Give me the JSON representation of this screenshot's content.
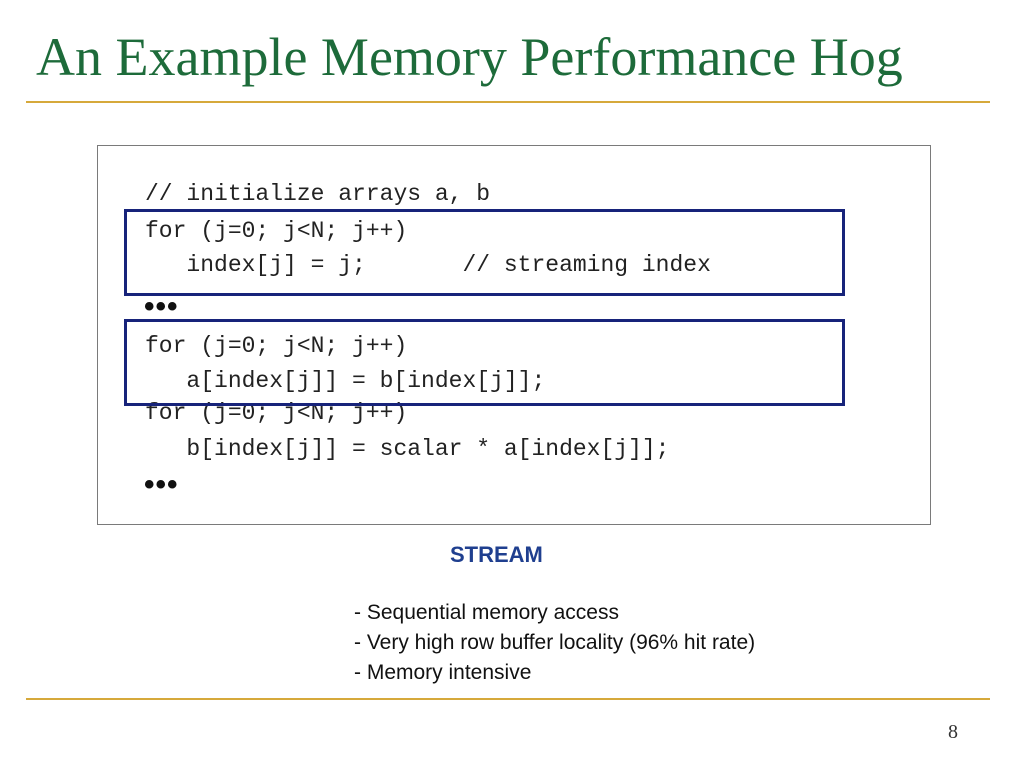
{
  "slide": {
    "title": "An Example Memory Performance Hog",
    "page_number": "8"
  },
  "colors": {
    "title": "#1d6b3a",
    "rule": "#d6a93b",
    "highlight_box": "#17237a",
    "caption": "#1f3f8f"
  },
  "code": {
    "lines": [
      "// initialize arrays a, b",
      "for (j=0; j<N; j++)",
      "   index[j] = j;       // streaming index",
      "•••",
      "for (j=0; j<N; j++)",
      "   a[index[j]] = b[index[j]];",
      "for (j=0; j<N; j++)",
      "   b[index[j]] = scalar * a[index[j]];",
      "•••"
    ]
  },
  "caption": "STREAM",
  "notes": [
    "- Sequential memory access",
    "- Very high row buffer locality (96% hit rate)",
    "- Memory intensive"
  ]
}
